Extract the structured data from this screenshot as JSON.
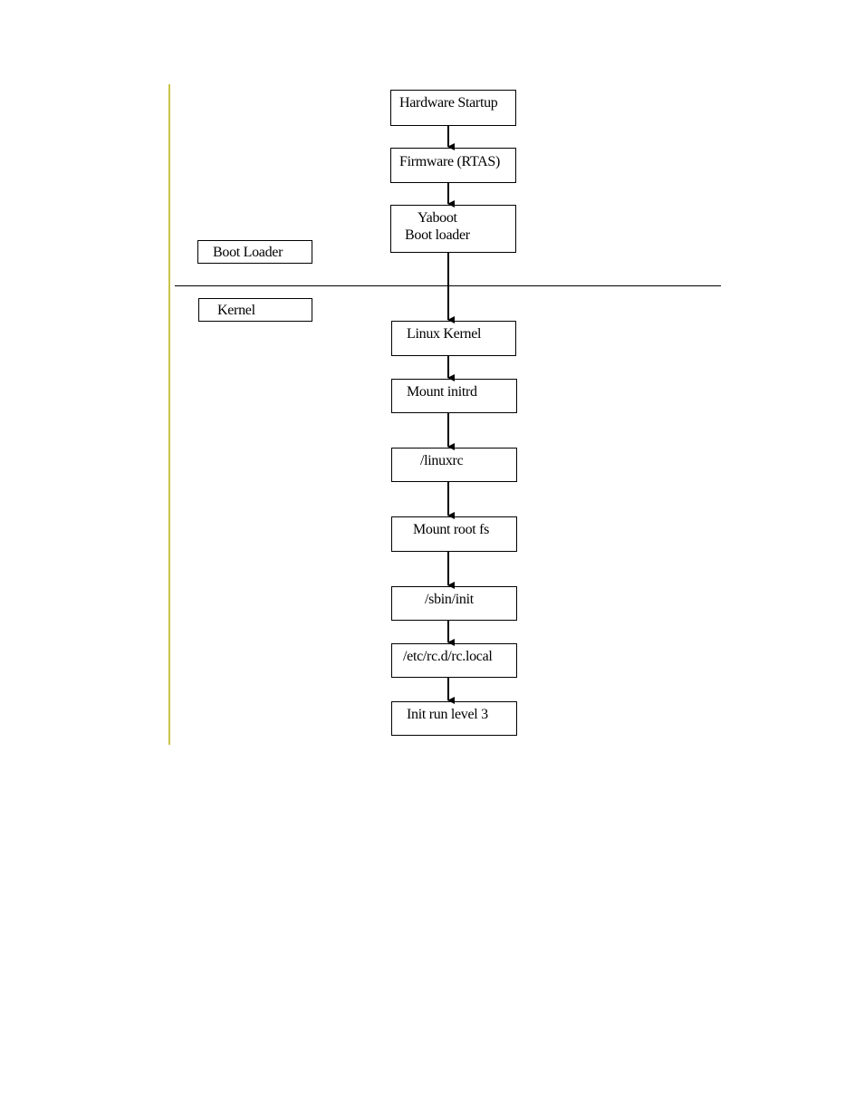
{
  "stages": {
    "boot_loader": "Boot Loader",
    "kernel": "Kernel"
  },
  "flow": {
    "hardware_startup": "Hardware Startup",
    "firmware": "Firmware (RTAS)",
    "yaboot_line1": "Yaboot",
    "yaboot_line2": "Boot loader",
    "linux_kernel": "Linux Kernel",
    "mount_initrd": "Mount initrd",
    "linuxrc": "/linuxrc",
    "mount_root_fs": "Mount root fs",
    "sbin_init": "/sbin/init",
    "rc_local": "/etc/rc.d/rc.local",
    "init_run_level": "Init run level 3"
  }
}
